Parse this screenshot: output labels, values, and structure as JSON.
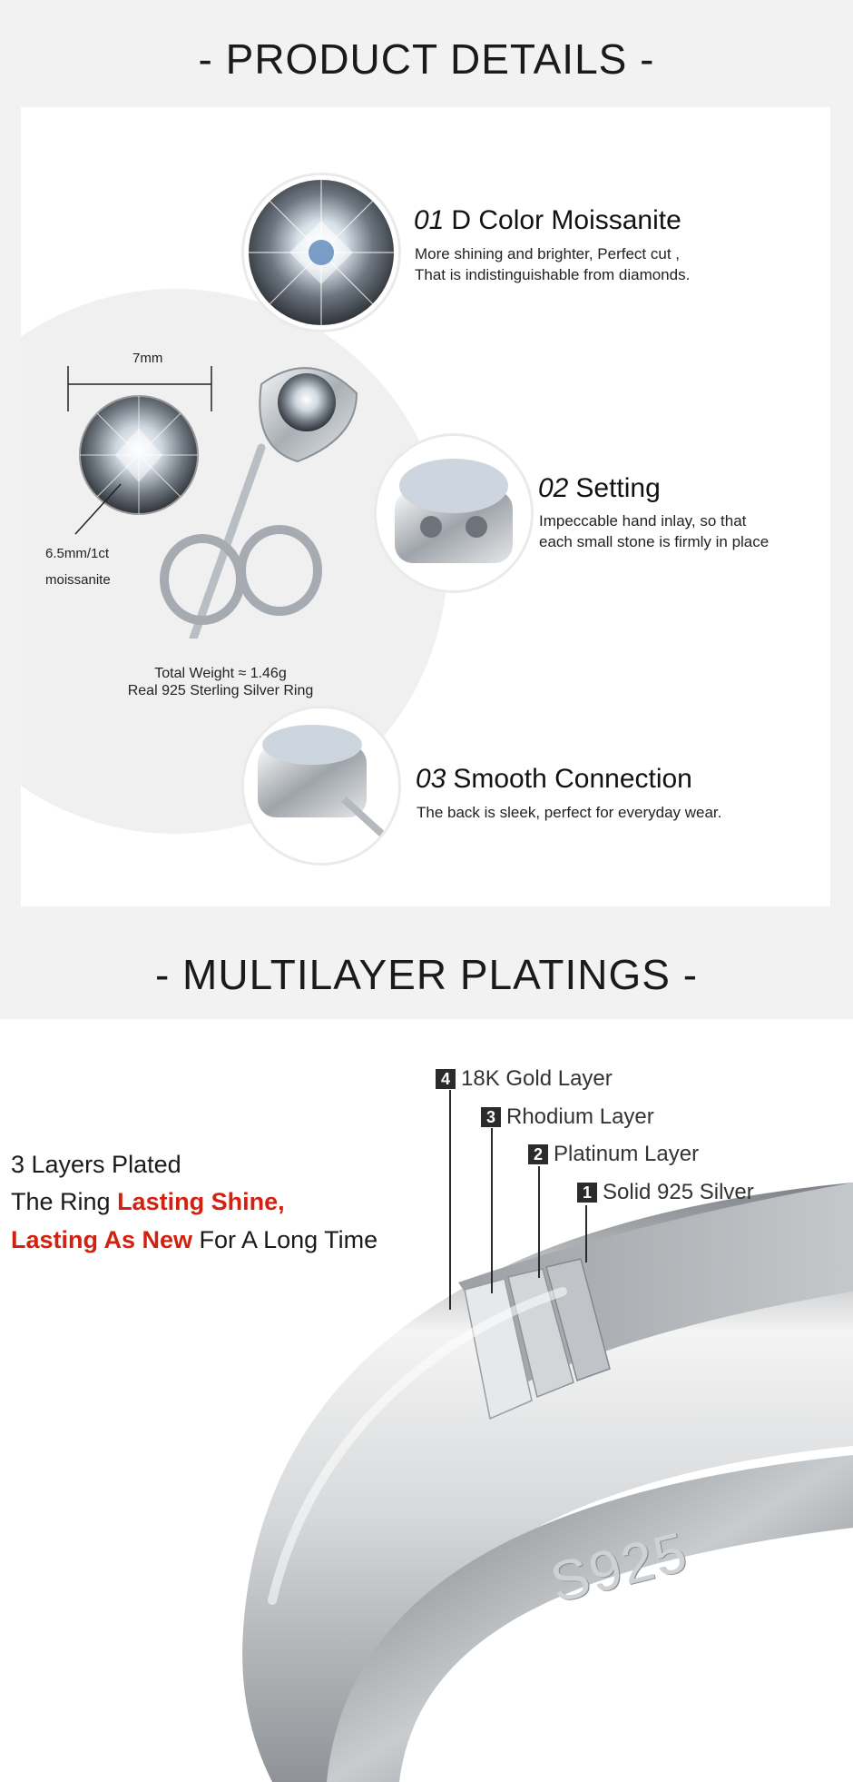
{
  "details": {
    "title": "- PRODUCT DETAILS -",
    "features": [
      {
        "num": "01",
        "title": "D Color Moissanite",
        "lines": [
          "More shining and brighter, Perfect cut ,",
          "That is indistinguishable from diamonds."
        ]
      },
      {
        "num": "02",
        "title": "Setting",
        "lines": [
          "Impeccable hand inlay, so that",
          "each small stone is firmly in place"
        ]
      },
      {
        "num": "03",
        "title": "Smooth Connection",
        "lines": [
          "The back is sleek, perfect for everyday wear."
        ]
      }
    ],
    "width_label": "7mm",
    "stone_label_1": "6.5mm/1ct",
    "stone_label_2": "moissanite",
    "weight_line": "Total Weight ≈ 1.46g",
    "material_line": "Real 925 Sterling Silver Ring"
  },
  "platings": {
    "title": "- MULTILAYER PLATINGS -",
    "layers": [
      {
        "num": "4",
        "label": "18K Gold Layer"
      },
      {
        "num": "3",
        "label": "Rhodium Layer"
      },
      {
        "num": "2",
        "label": "Platinum Layer"
      },
      {
        "num": "1",
        "label": "Solid 925 Silver"
      }
    ],
    "tagline_1": "3 Layers Plated",
    "tagline_2_a": "The Ring ",
    "tagline_2_b": "Lasting Shine,",
    "tagline_3_a": "Lasting As New",
    "tagline_3_b": " For A Long Time",
    "engraving": "S925",
    "accent_color": "#d4200f"
  }
}
